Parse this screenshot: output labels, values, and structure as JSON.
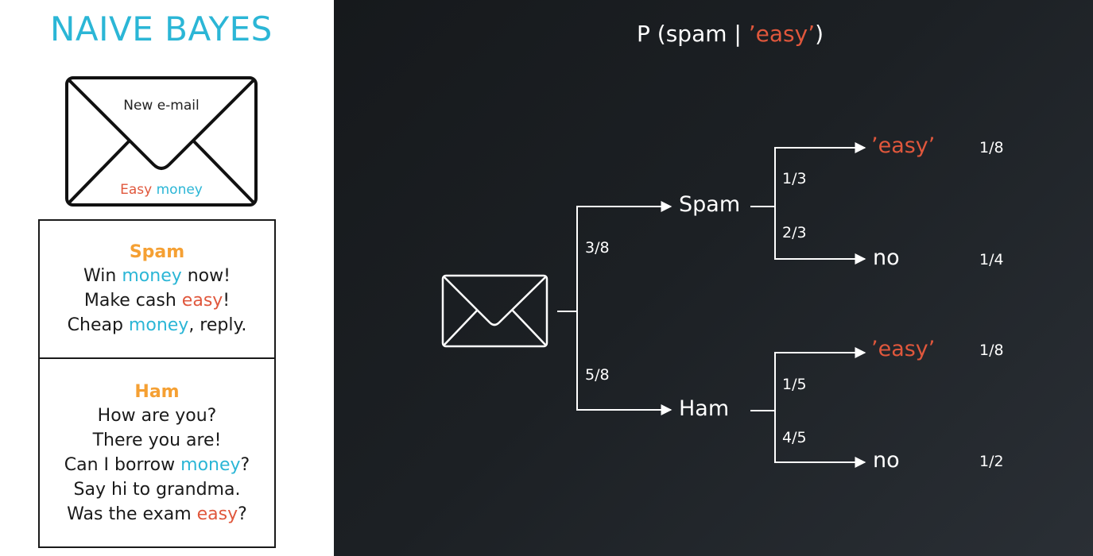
{
  "left": {
    "title": "NAIVE BAYES",
    "envelope": {
      "label": "New e-mail",
      "subject": [
        {
          "text": "Easy",
          "color": "red"
        },
        {
          "text": " ",
          "color": "none"
        },
        {
          "text": "money",
          "color": "blue"
        }
      ]
    },
    "spam_box": {
      "heading": "Spam",
      "lines": [
        [
          {
            "text": "Win ",
            "color": "none"
          },
          {
            "text": "money",
            "color": "blue"
          },
          {
            "text": " now!",
            "color": "none"
          }
        ],
        [
          {
            "text": "Make cash ",
            "color": "none"
          },
          {
            "text": "easy",
            "color": "red"
          },
          {
            "text": "!",
            "color": "none"
          }
        ],
        [
          {
            "text": "Cheap ",
            "color": "none"
          },
          {
            "text": "money",
            "color": "blue"
          },
          {
            "text": ", reply.",
            "color": "none"
          }
        ]
      ]
    },
    "ham_box": {
      "heading": "Ham",
      "lines": [
        [
          {
            "text": "How are you?",
            "color": "none"
          }
        ],
        [
          {
            "text": "There you are!",
            "color": "none"
          }
        ],
        [
          {
            "text": "Can I borrow ",
            "color": "none"
          },
          {
            "text": "money",
            "color": "blue"
          },
          {
            "text": "?",
            "color": "none"
          }
        ],
        [
          {
            "text": "Say hi to grandma.",
            "color": "none"
          }
        ],
        [
          {
            "text": "Was the exam ",
            "color": "none"
          },
          {
            "text": "easy",
            "color": "red"
          },
          {
            "text": "?",
            "color": "none"
          }
        ]
      ]
    }
  },
  "right": {
    "formula": {
      "prefix": "P (spam | ",
      "highlight": "’easy’",
      "suffix": ")"
    },
    "tree": {
      "root_prior_spam": "3/8",
      "root_prior_ham": "5/8",
      "spam": {
        "label": "Spam",
        "p_easy": "1/3",
        "p_no": "2/3",
        "easy_label": "’easy’",
        "no_label": "no",
        "joint_easy": "1/8",
        "joint_no": "1/4"
      },
      "ham": {
        "label": "Ham",
        "p_easy": "1/5",
        "p_no": "4/5",
        "easy_label": "’easy’",
        "no_label": "no",
        "joint_easy": "1/8",
        "joint_no": "1/2"
      }
    }
  },
  "colors": {
    "title": "#2bb6d6",
    "heading": "#f5a033",
    "red": "#e0573c",
    "blue": "#2bb6d6",
    "white": "#ffffff",
    "dark_bg": "#1c2024"
  },
  "icons": {
    "envelope": "envelope-icon",
    "tree_envelope": "envelope-icon"
  }
}
